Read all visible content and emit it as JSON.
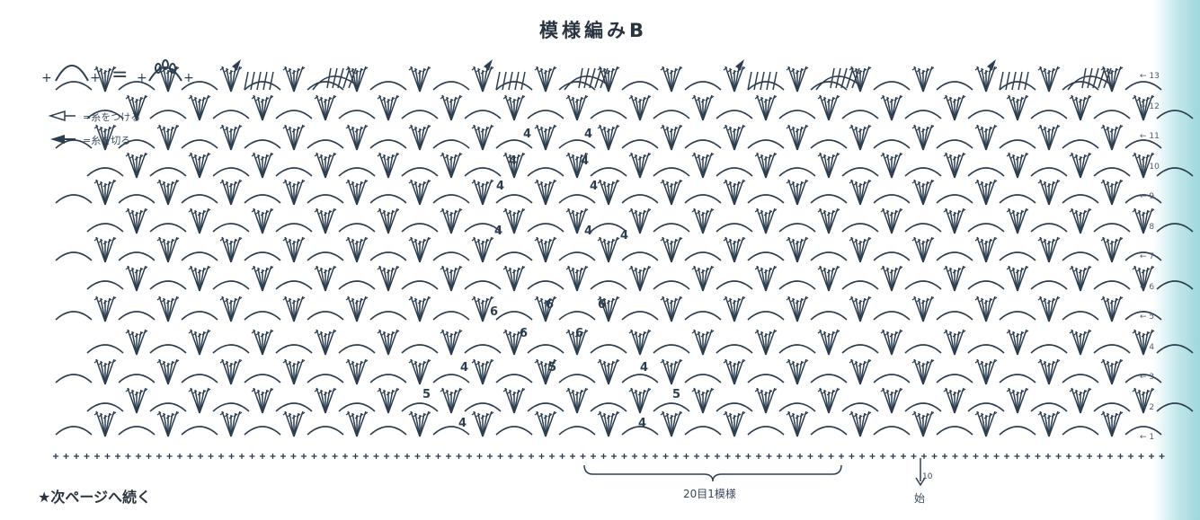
{
  "title": "模様編みB",
  "legend": {
    "attach_label": "=糸をつける",
    "cut_label": "=糸を切る"
  },
  "row_labels": [
    "13",
    "12",
    "11",
    "10",
    "9",
    "8",
    "7",
    "6",
    "5",
    "4",
    "3",
    "2",
    "1"
  ],
  "repeat_label": "20目1模様",
  "start_label": "始",
  "start_number": "10",
  "continue_note": "★次ページへ続く",
  "stitch_counts": [
    "4",
    "4",
    "4",
    "4",
    "4",
    "4",
    "4",
    "4",
    "4",
    "6",
    "6",
    "6",
    "6",
    "6",
    "5",
    "4",
    "4",
    "5",
    "5",
    "4",
    "4"
  ],
  "colors": {
    "ink": "#2c3e50",
    "page": "#ffffff",
    "edge": "#9fd7dd"
  },
  "icons": [
    "attach-yarn-icon",
    "cut-yarn-icon",
    "chain-arc-icon",
    "crochet-stitch-icon"
  ]
}
